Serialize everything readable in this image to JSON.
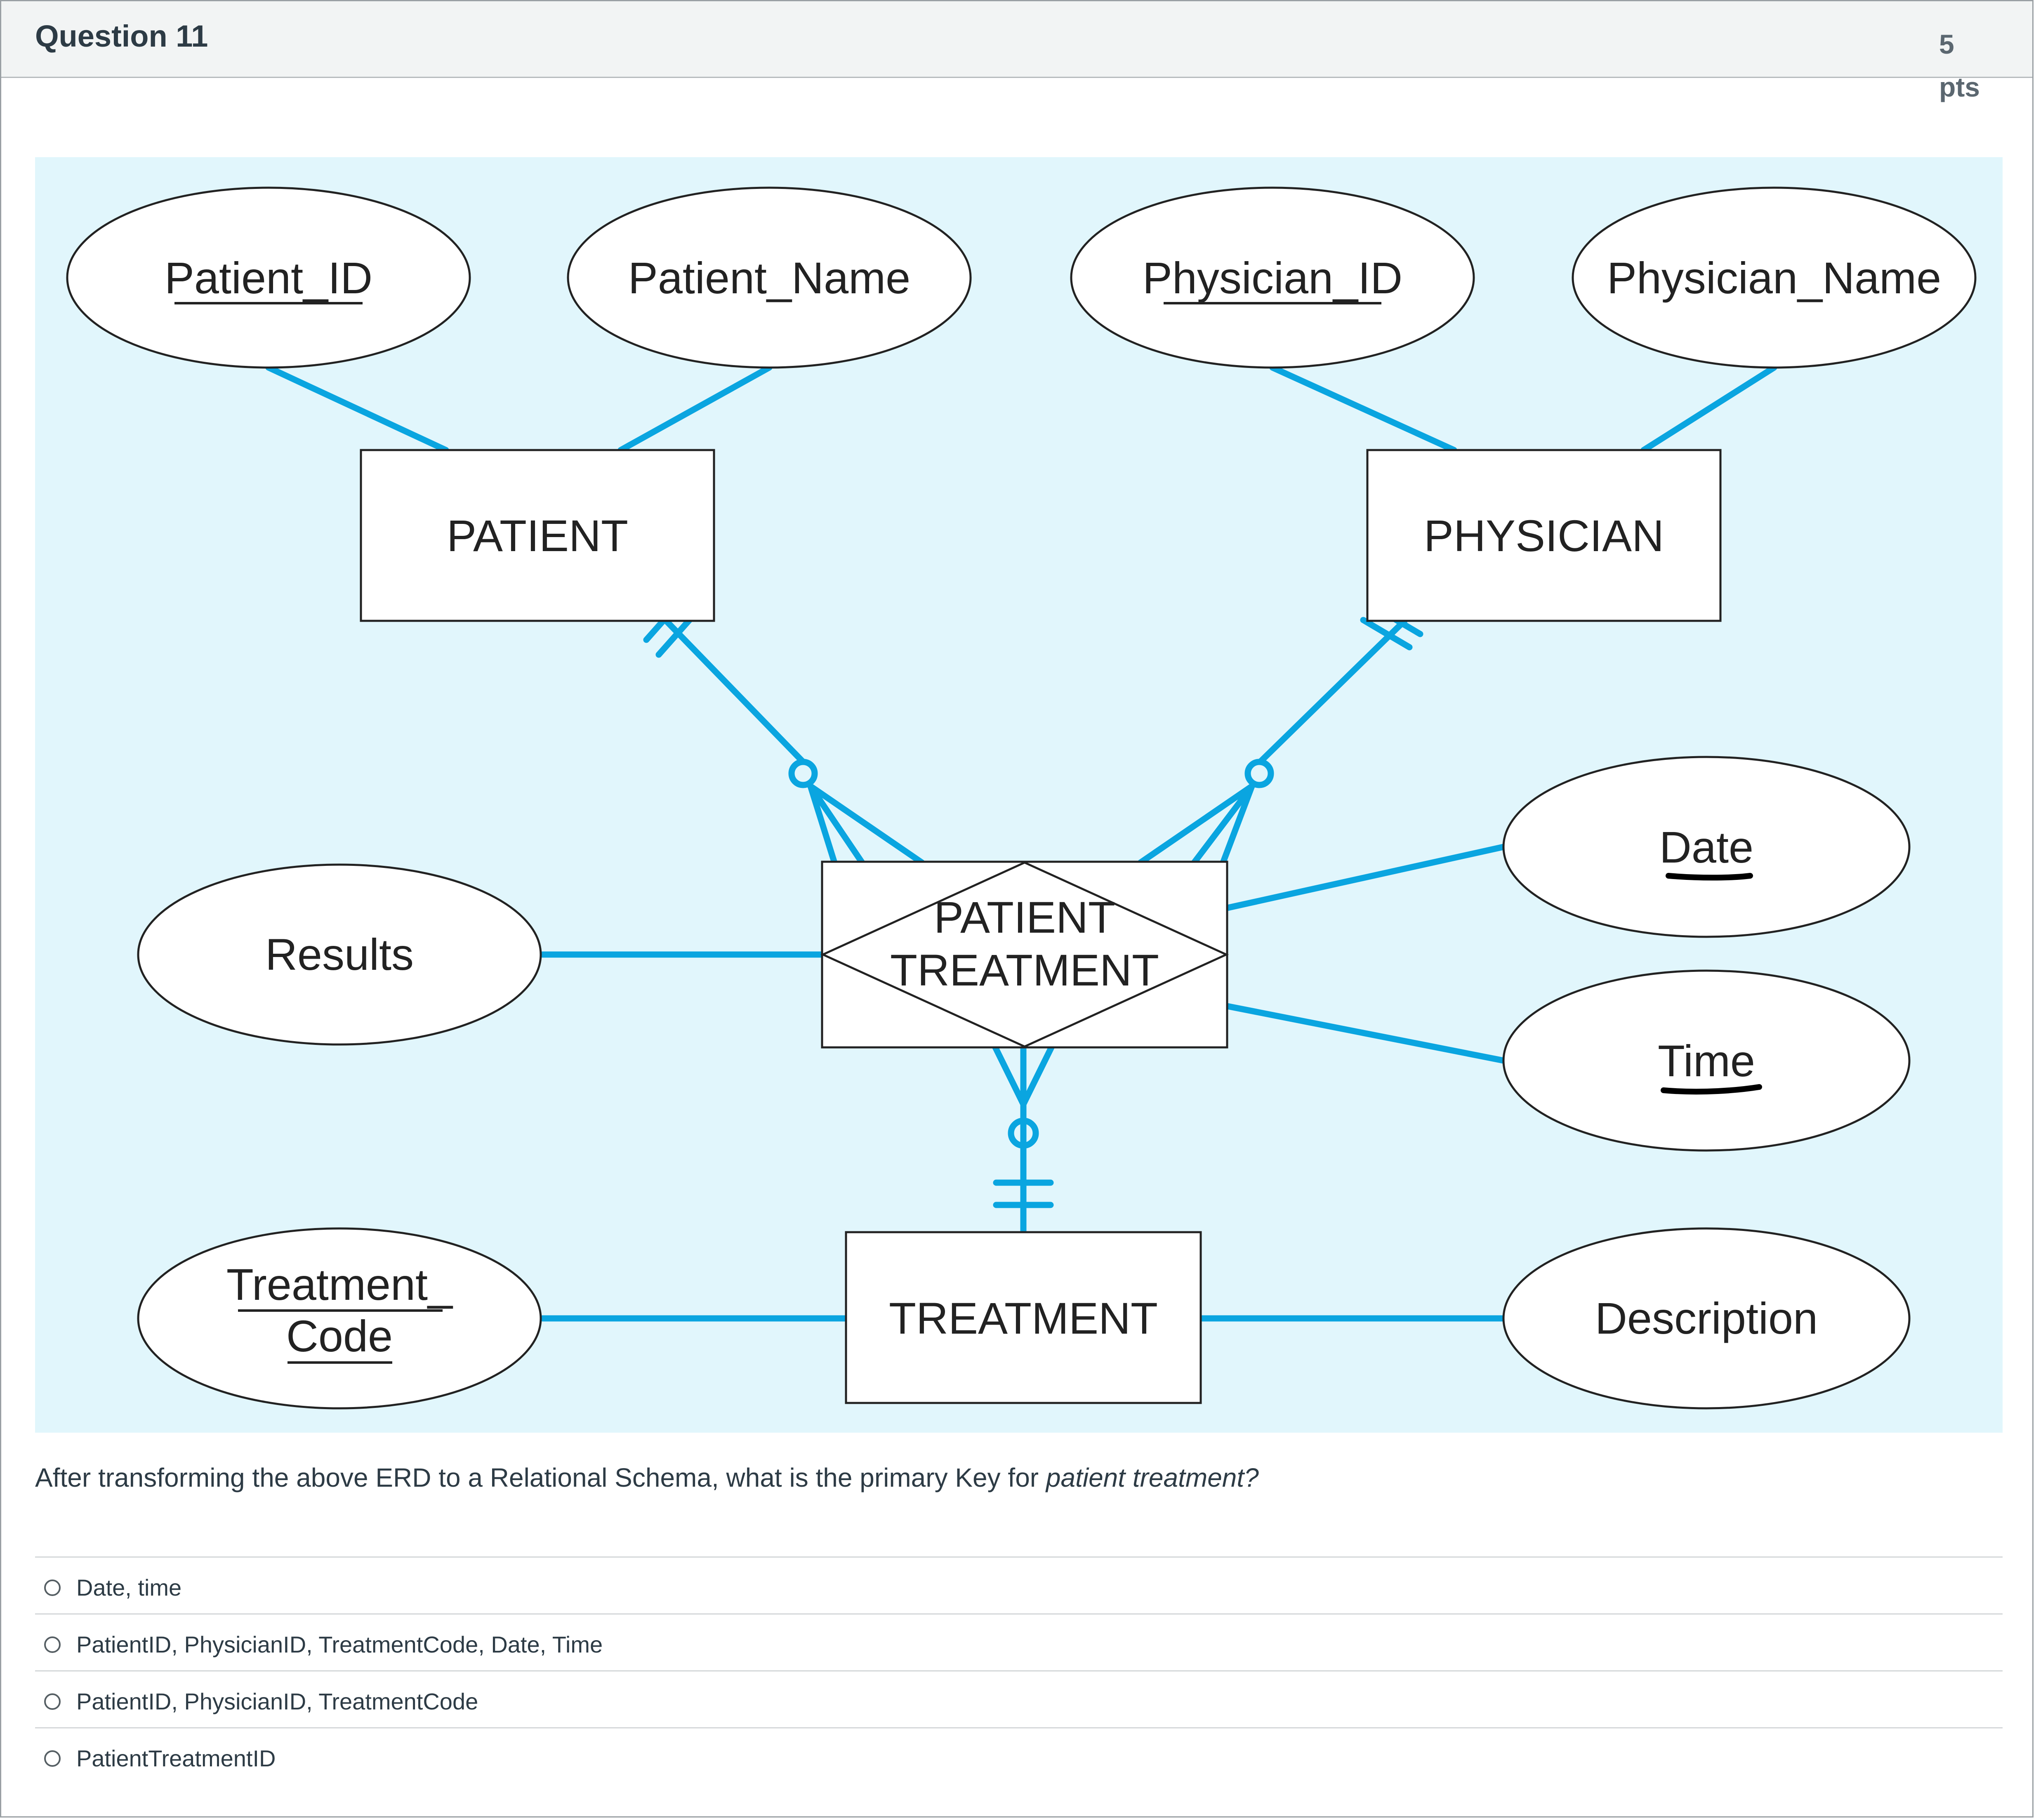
{
  "question": {
    "title": "Question 11",
    "points": "5 pts",
    "text_prefix": "After transforming the above ERD to a Relational Schema, what is the primary Key for ",
    "text_emphasis": "patient treatment?",
    "answers": [
      {
        "label": "Date, time"
      },
      {
        "label": "PatientID, PhysicianID, TreatmentCode, Date, Time"
      },
      {
        "label": "PatientID, PhysicianID, TreatmentCode"
      },
      {
        "label": "PatientTreatmentID"
      }
    ]
  },
  "diagram": {
    "colors": {
      "background": "#e1f6fc",
      "connector": "#0aa5e0",
      "outline": "#222222"
    },
    "entities": {
      "patient": "PATIENT",
      "physician": "PHYSICIAN",
      "treatment": "TREATMENT",
      "associative_line1": "PATIENT",
      "associative_line2": "TREATMENT"
    },
    "attributes": {
      "patient_id": "Patient_ID",
      "patient_name": "Patient_Name",
      "physician_id": "Physician_ID",
      "physician_name": "Physician_Name",
      "results": "Results",
      "date": "Date",
      "time": "Time",
      "treatment_code_line1": "Treatment_",
      "treatment_code_line2": "Code",
      "description": "Description"
    }
  }
}
